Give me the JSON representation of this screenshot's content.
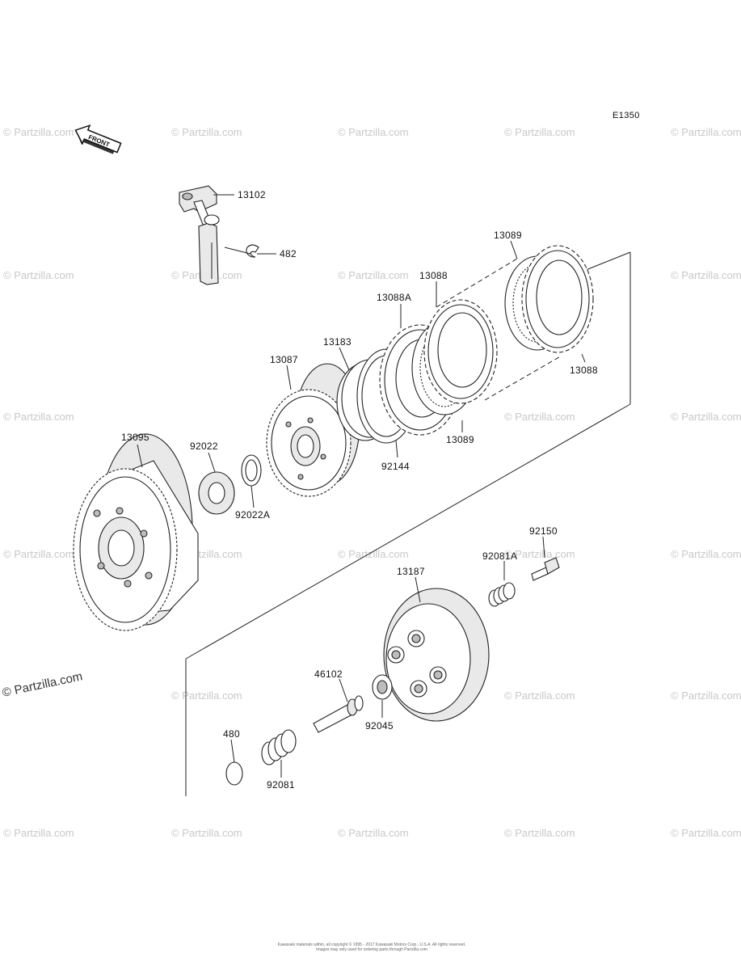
{
  "diagram": {
    "code": "E1350",
    "front_label": "FRONT",
    "watermark": "© Partzilla.com",
    "copyright_line1": "Kawasaki materials within, all copyright © 1995 - 2017 Kawasaki Motors Corp., U.S.A. All rights reserved.",
    "copyright_line2": "Images may only used for ordering parts through Partzilla.com"
  },
  "callouts": [
    {
      "id": "13102",
      "label": "13102"
    },
    {
      "id": "482",
      "label": "482"
    },
    {
      "id": "13089-top",
      "label": "13089"
    },
    {
      "id": "13088-top",
      "label": "13088"
    },
    {
      "id": "13088A",
      "label": "13088A"
    },
    {
      "id": "13183",
      "label": "13183"
    },
    {
      "id": "13087",
      "label": "13087"
    },
    {
      "id": "13088-right",
      "label": "13088"
    },
    {
      "id": "13095",
      "label": "13095"
    },
    {
      "id": "92022",
      "label": "92022"
    },
    {
      "id": "13089-bottom",
      "label": "13089"
    },
    {
      "id": "92144",
      "label": "92144"
    },
    {
      "id": "92022A",
      "label": "92022A"
    },
    {
      "id": "92150",
      "label": "92150"
    },
    {
      "id": "92081A",
      "label": "92081A"
    },
    {
      "id": "13187",
      "label": "13187"
    },
    {
      "id": "46102",
      "label": "46102"
    },
    {
      "id": "92045",
      "label": "92045"
    },
    {
      "id": "480",
      "label": "480"
    },
    {
      "id": "92081",
      "label": "92081"
    }
  ]
}
